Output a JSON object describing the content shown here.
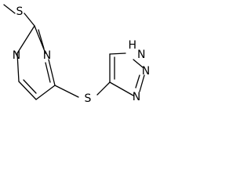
{
  "molecule": {
    "atoms": {
      "methyl_s": "S",
      "ring_n_upper": "N",
      "ring_n_lower": "N",
      "linker_s": "S",
      "triazole_nh": "N",
      "triazole_h": "H",
      "triazole_n_mid": "N",
      "triazole_n_low": "N"
    }
  }
}
